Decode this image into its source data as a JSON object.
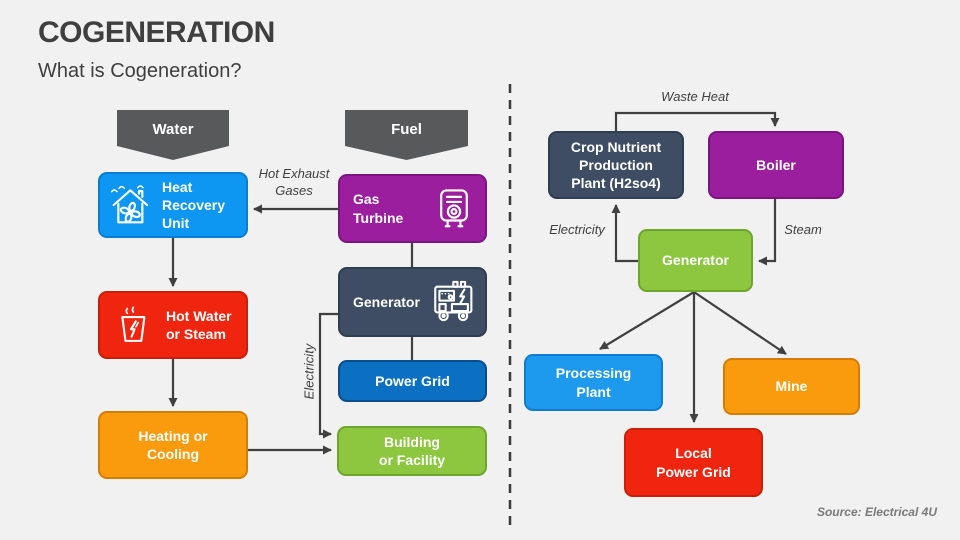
{
  "header": {
    "title": "COGENERATION",
    "subtitle": "What is Cogeneration?"
  },
  "colors": {
    "background": "#F1F1F2",
    "text_dark": "#3F3F3F",
    "arrow": "#404040",
    "banner_gray": "#58595B",
    "source_gray": "#7A7A7A"
  },
  "left_diagram": {
    "banners": {
      "water": "Water",
      "fuel": "Fuel"
    },
    "nodes": {
      "heat_recovery": {
        "label": "Heat\nRecovery\nUnit",
        "color": "#0E97F2",
        "border": "#0B7CD4"
      },
      "gas_turbine": {
        "label": "Gas Turbine",
        "color": "#9B1E9E",
        "border": "#7A157F"
      },
      "generator": {
        "label": "Generator",
        "color": "#3E4D63",
        "border": "#303C4F"
      },
      "power_grid": {
        "label": "Power Grid",
        "color": "#0C70C2",
        "border": "#0B4C8C"
      },
      "hot_water": {
        "label": "Hot Water\nor Steam",
        "color": "#F0250F",
        "border": "#C81F06"
      },
      "heating_cooling": {
        "label": "Heating or\nCooling",
        "color": "#F99B0D",
        "border": "#D47D05"
      },
      "building": {
        "label": "Building\nor Facility",
        "color": "#8DC63F",
        "border": "#6FA52F"
      }
    },
    "labels": {
      "hot_exhaust": "Hot Exhaust\nGases",
      "electricity": "Electricity"
    }
  },
  "right_diagram": {
    "nodes": {
      "crop_plant": {
        "label": "Crop Nutrient\nProduction\nPlant (H2so4)",
        "color": "#3E4D63",
        "border": "#303C4F"
      },
      "boiler": {
        "label": "Boiler",
        "color": "#9B1E9E",
        "border": "#7A157F"
      },
      "generator": {
        "label": "Generator",
        "color": "#8DC63F",
        "border": "#6FA52F"
      },
      "processing_plant": {
        "label": "Processing\nPlant",
        "color": "#1D9AEE",
        "border": "#0E7CD1"
      },
      "mine": {
        "label": "Mine",
        "color": "#F99B0D",
        "border": "#D47D05"
      },
      "local_power_grid": {
        "label": "Local\nPower Grid",
        "color": "#F0250F",
        "border": "#C81F06"
      }
    },
    "labels": {
      "waste_heat": "Waste Heat",
      "electricity": "Electricity",
      "steam": "Steam"
    }
  },
  "footer": {
    "source": "Source: Electrical 4U"
  }
}
